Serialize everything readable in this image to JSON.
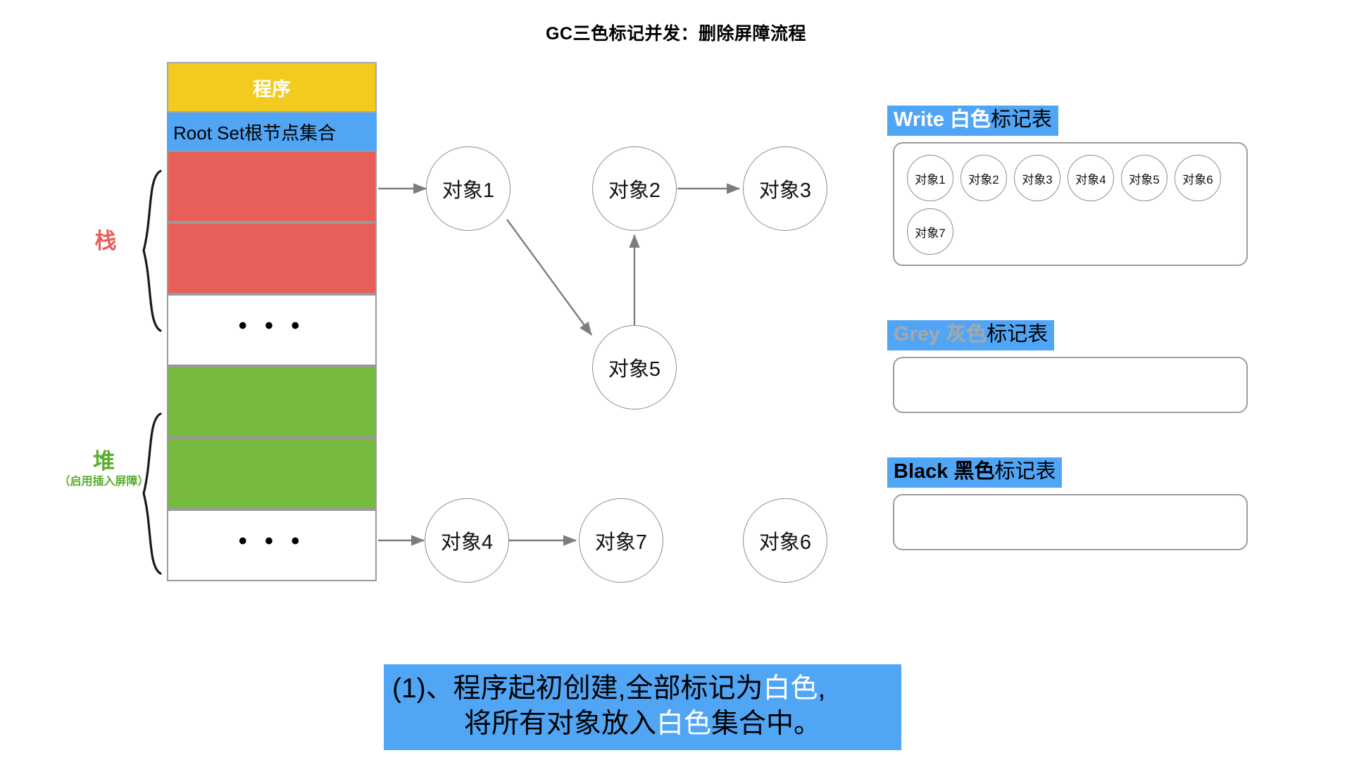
{
  "title": "GC三色标记并发：删除屏障流程",
  "memory": {
    "program_label": "程序",
    "rootset_label": "Root Set根节点集合",
    "ellipsis": "• • •",
    "blocks": [
      {
        "kind": "red",
        "label": ""
      },
      {
        "kind": "red",
        "label": ""
      },
      {
        "kind": "blank",
        "label": "• • •"
      },
      {
        "kind": "green",
        "label": ""
      },
      {
        "kind": "green",
        "label": ""
      },
      {
        "kind": "blank",
        "label": "• • •"
      }
    ],
    "stack_label": "栈",
    "heap_label": "堆",
    "heap_sublabel": "（启用插入屏障）"
  },
  "graph": {
    "nodes": [
      {
        "id": "obj1",
        "label": "对象1"
      },
      {
        "id": "obj2",
        "label": "对象2"
      },
      {
        "id": "obj3",
        "label": "对象3"
      },
      {
        "id": "obj5",
        "label": "对象5"
      },
      {
        "id": "obj4",
        "label": "对象4"
      },
      {
        "id": "obj7",
        "label": "对象7"
      },
      {
        "id": "obj6",
        "label": "对象6"
      }
    ],
    "edges": [
      {
        "from": "stack-red",
        "to": "obj1"
      },
      {
        "from": "obj1",
        "to": "obj5"
      },
      {
        "from": "obj5",
        "to": "obj2"
      },
      {
        "from": "obj2",
        "to": "obj3"
      },
      {
        "from": "heap-green",
        "to": "obj4"
      },
      {
        "from": "obj4",
        "to": "obj7"
      }
    ]
  },
  "tables": {
    "white": {
      "header_keyword": "Write 白色",
      "header_tail": "标记表",
      "items": [
        "对象1",
        "对象2",
        "对象3",
        "对象4",
        "对象5",
        "对象6",
        "对象7"
      ]
    },
    "grey": {
      "header_keyword": "Grey 灰色",
      "header_tail": "标记表",
      "items": []
    },
    "black": {
      "header_keyword": "Black 黑色",
      "header_tail": "标记表",
      "items": []
    }
  },
  "caption": {
    "line1_pre": "(1)、程序起初创建,全部标记为",
    "line1_hl": "白色",
    "line1_post": ",",
    "line2_pre": "将所有对象放入",
    "line2_hl": "白色",
    "line2_post": "集合中。"
  },
  "colors": {
    "accent_blue": "#51a5f5",
    "yellow": "#f2cb1e",
    "red": "#e75f58",
    "green": "#76bb40",
    "grey_text": "#a8a8a8",
    "stroke": "#8d8d8d",
    "stack_label": "#e7625b",
    "heap_label": "#5aad30"
  }
}
